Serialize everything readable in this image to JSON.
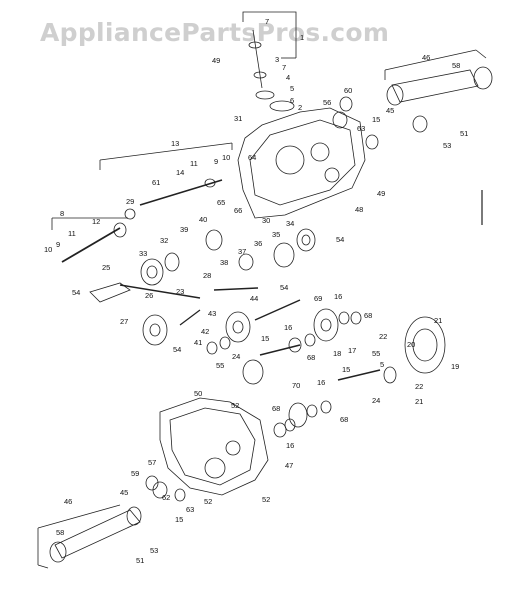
{
  "watermark": "AppliancePartsPros.com",
  "callouts": [
    {
      "id": "c-7a",
      "text": "7"
    },
    {
      "id": "c-1",
      "text": "1"
    },
    {
      "id": "c-49a",
      "text": "49"
    },
    {
      "id": "c-3",
      "text": "3"
    },
    {
      "id": "c-7b",
      "text": "7"
    },
    {
      "id": "c-4",
      "text": "4"
    },
    {
      "id": "c-5",
      "text": "5"
    },
    {
      "id": "c-6",
      "text": "6"
    },
    {
      "id": "c-2",
      "text": "2"
    },
    {
      "id": "c-31",
      "text": "31"
    },
    {
      "id": "c-46a",
      "text": "46"
    },
    {
      "id": "c-58a",
      "text": "58"
    },
    {
      "id": "c-56",
      "text": "56"
    },
    {
      "id": "c-60",
      "text": "60"
    },
    {
      "id": "c-45a",
      "text": "45"
    },
    {
      "id": "c-15a",
      "text": "15"
    },
    {
      "id": "c-63a",
      "text": "63"
    },
    {
      "id": "c-51a",
      "text": "51"
    },
    {
      "id": "c-53a",
      "text": "53"
    },
    {
      "id": "c-13",
      "text": "13"
    },
    {
      "id": "c-11a",
      "text": "11"
    },
    {
      "id": "c-9a",
      "text": "9"
    },
    {
      "id": "c-10a",
      "text": "10"
    },
    {
      "id": "c-64",
      "text": "64"
    },
    {
      "id": "c-61",
      "text": "61"
    },
    {
      "id": "c-14",
      "text": "14"
    },
    {
      "id": "c-65",
      "text": "65"
    },
    {
      "id": "c-66",
      "text": "66"
    },
    {
      "id": "c-30",
      "text": "30"
    },
    {
      "id": "c-48",
      "text": "48"
    },
    {
      "id": "c-49b",
      "text": "49"
    },
    {
      "id": "c-8",
      "text": "8"
    },
    {
      "id": "c-29",
      "text": "29"
    },
    {
      "id": "c-12",
      "text": "12"
    },
    {
      "id": "c-11b",
      "text": "11"
    },
    {
      "id": "c-10b",
      "text": "10"
    },
    {
      "id": "c-9b",
      "text": "9"
    },
    {
      "id": "c-40",
      "text": "40"
    },
    {
      "id": "c-39",
      "text": "39"
    },
    {
      "id": "c-32",
      "text": "32"
    },
    {
      "id": "c-33",
      "text": "33"
    },
    {
      "id": "c-34",
      "text": "34"
    },
    {
      "id": "c-35",
      "text": "35"
    },
    {
      "id": "c-54a",
      "text": "54"
    },
    {
      "id": "c-36",
      "text": "36"
    },
    {
      "id": "c-37",
      "text": "37"
    },
    {
      "id": "c-38",
      "text": "38"
    },
    {
      "id": "c-25",
      "text": "25"
    },
    {
      "id": "c-28",
      "text": "28"
    },
    {
      "id": "c-26",
      "text": "26"
    },
    {
      "id": "c-54b",
      "text": "54"
    },
    {
      "id": "c-23",
      "text": "23"
    },
    {
      "id": "c-54c",
      "text": "54"
    },
    {
      "id": "c-44",
      "text": "44"
    },
    {
      "id": "c-69",
      "text": "69"
    },
    {
      "id": "c-16a",
      "text": "16"
    },
    {
      "id": "c-68a",
      "text": "68"
    },
    {
      "id": "c-27",
      "text": "27"
    },
    {
      "id": "c-43",
      "text": "43"
    },
    {
      "id": "c-42",
      "text": "42"
    },
    {
      "id": "c-41",
      "text": "41"
    },
    {
      "id": "c-54d",
      "text": "54"
    },
    {
      "id": "c-16b",
      "text": "16"
    },
    {
      "id": "c-15b",
      "text": "15"
    },
    {
      "id": "c-68b",
      "text": "68"
    },
    {
      "id": "c-18",
      "text": "18"
    },
    {
      "id": "c-17",
      "text": "17"
    },
    {
      "id": "c-21a",
      "text": "21"
    },
    {
      "id": "c-22a",
      "text": "22"
    },
    {
      "id": "c-20",
      "text": "20"
    },
    {
      "id": "c-19",
      "text": "19"
    },
    {
      "id": "c-24a",
      "text": "24"
    },
    {
      "id": "c-55a",
      "text": "55"
    },
    {
      "id": "c-55b",
      "text": "55"
    },
    {
      "id": "c-5b",
      "text": "5"
    },
    {
      "id": "c-15c",
      "text": "15"
    },
    {
      "id": "c-22b",
      "text": "22"
    },
    {
      "id": "c-24b",
      "text": "24"
    },
    {
      "id": "c-21b",
      "text": "21"
    },
    {
      "id": "c-70",
      "text": "70"
    },
    {
      "id": "c-16c",
      "text": "16"
    },
    {
      "id": "c-68c",
      "text": "68"
    },
    {
      "id": "c-50",
      "text": "50"
    },
    {
      "id": "c-52a",
      "text": "52"
    },
    {
      "id": "c-68d",
      "text": "68"
    },
    {
      "id": "c-16d",
      "text": "16"
    },
    {
      "id": "c-47",
      "text": "47"
    },
    {
      "id": "c-57",
      "text": "57"
    },
    {
      "id": "c-59",
      "text": "59"
    },
    {
      "id": "c-62",
      "text": "62"
    },
    {
      "id": "c-52b",
      "text": "52"
    },
    {
      "id": "c-63b",
      "text": "63"
    },
    {
      "id": "c-15d",
      "text": "15"
    },
    {
      "id": "c-52c",
      "text": "52"
    },
    {
      "id": "c-46b",
      "text": "46"
    },
    {
      "id": "c-45b",
      "text": "45"
    },
    {
      "id": "c-58b",
      "text": "58"
    },
    {
      "id": "c-53b",
      "text": "53"
    },
    {
      "id": "c-51b",
      "text": "51"
    }
  ]
}
